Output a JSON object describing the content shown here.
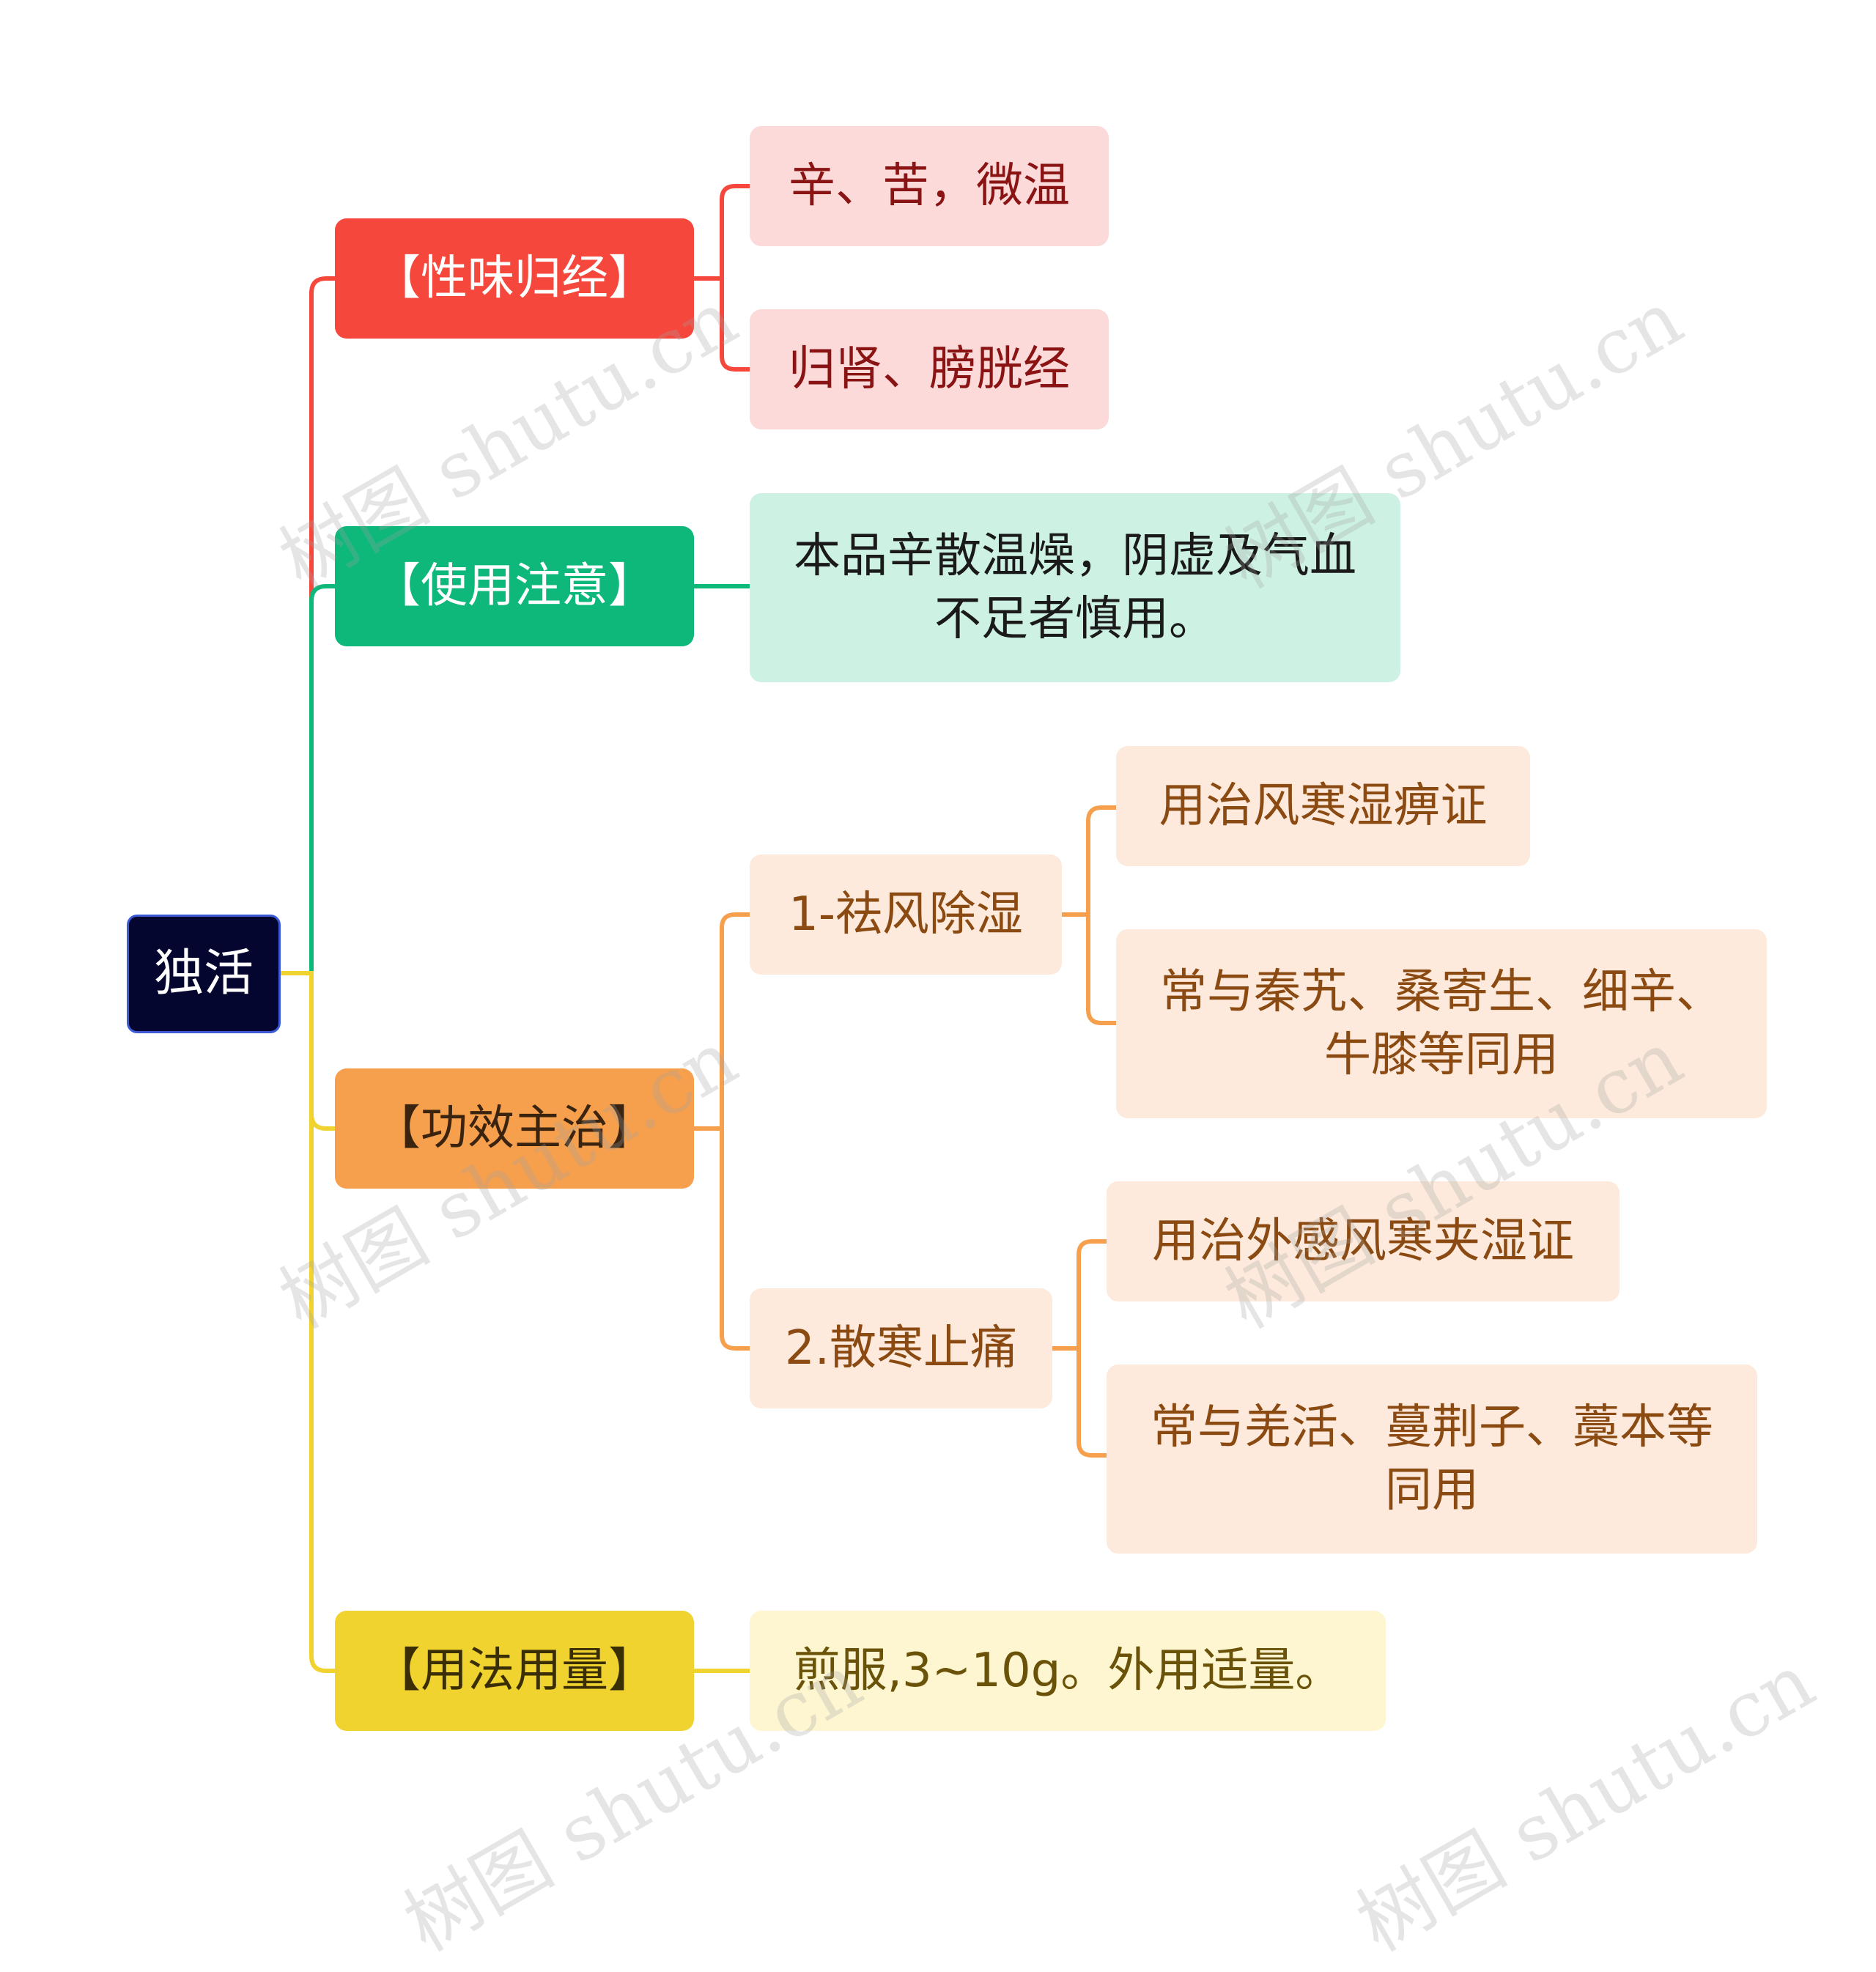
{
  "root": {
    "label": "独活"
  },
  "branches": [
    {
      "label": "【性味归经】",
      "color": "#f5473c",
      "children": [
        {
          "label": "辛、苦，微温"
        },
        {
          "label": "归肾、膀胱经"
        }
      ]
    },
    {
      "label": "【使用注意】",
      "color": "#0db87a",
      "children": [
        {
          "label": "本品辛散温燥，阴虚及气血不足者慎用。"
        }
      ]
    },
    {
      "label": "【功效主治】",
      "color": "#f6a04e",
      "children": [
        {
          "label": "1-祛风除湿",
          "children": [
            {
              "label": "用治风寒湿痹证"
            },
            {
              "label": "常与秦艽、桑寄生、细辛、牛膝等同用"
            }
          ]
        },
        {
          "label": "2.散寒止痛",
          "children": [
            {
              "label": "用治外感风寒夹湿证"
            },
            {
              "label": "常与羌活、蔓荆子、藁本等同用"
            }
          ]
        }
      ]
    },
    {
      "label": "【用法用量】",
      "color": "#f1d32f",
      "children": [
        {
          "label": "煎服,3~10g。外用适量。"
        }
      ]
    }
  ],
  "watermark": {
    "text": "树图 shutu.cn"
  }
}
